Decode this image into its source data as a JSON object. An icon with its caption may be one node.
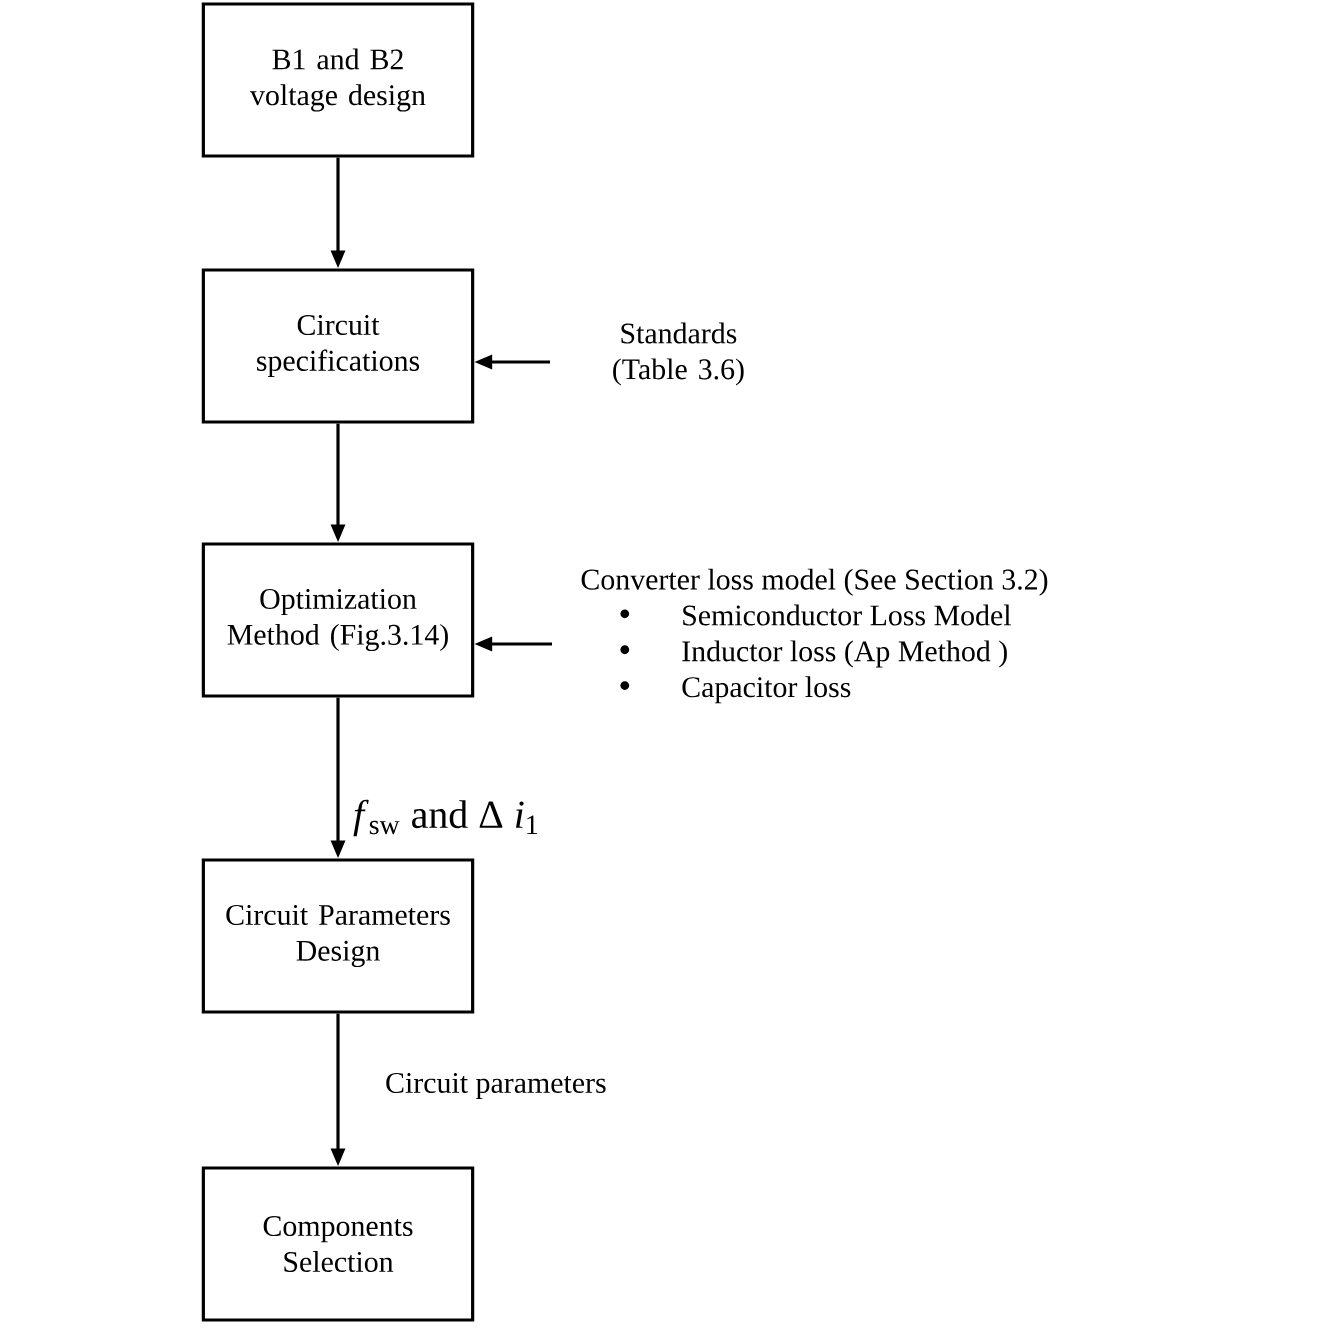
{
  "diagram": {
    "nodes": [
      {
        "text": [
          "B1 and B2 voltage design"
        ]
      },
      {
        "text": [
          "Circuit specifications"
        ]
      },
      {
        "text": [
          "Optimization Method (Fig.3.14)"
        ]
      },
      {
        "text": [
          "Circuit Parameters Design"
        ]
      },
      {
        "text": [
          "Components Selection"
        ]
      },
      {
        "text": [
          "Standards (Table 3.6)"
        ]
      },
      {
        "text": [
          "Converter loss model (See Section 3.2)",
          "Semiconductor Loss Model",
          "Inductor loss (Ap Method )",
          "Capacitor loss"
        ]
      }
    ],
    "edges": [
      {
        "from": 0,
        "to": 1,
        "arrow": "to"
      },
      {
        "from": 1,
        "to": 2,
        "arrow": "to"
      },
      {
        "from": 2,
        "to": 3,
        "arrow": "to",
        "label": "*f*$_{sw}$ and Δ *i*$_{1}$"
      },
      {
        "from": 3,
        "to": 4,
        "arrow": "to",
        "label": "Circuit parameters"
      },
      {
        "from": 5,
        "to": 1,
        "arrow": "to"
      },
      {
        "from": 6,
        "to": 2,
        "arrow": "to"
      }
    ]
  }
}
